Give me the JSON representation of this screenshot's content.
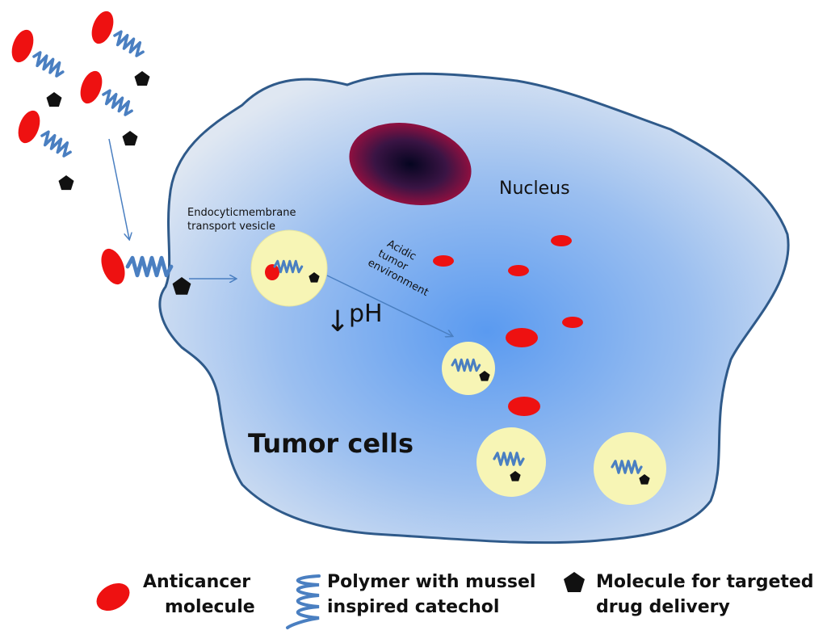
{
  "labels": {
    "nucleus": "Nucleus",
    "vesicle_line1": "Endocyticmembrane",
    "vesicle_line2": "transport vesicle",
    "acidic_line1": "Acidic",
    "acidic_line2": "tumor",
    "acidic_line3": "environment",
    "ph_arrow": "↓",
    "ph": "pH",
    "tumor_cells": "Tumor cells"
  },
  "legend": {
    "anticancer_line1": "Anticancer",
    "anticancer_line2": "molecule",
    "polymer_line1": "Polymer with mussel",
    "polymer_line2": "inspired catechol",
    "molecule_line1": "Molecule for targeted",
    "molecule_line2": "drug delivery"
  },
  "colors": {
    "anticancer": "#ee1111",
    "polymer": "#4a7fc1",
    "targeting_molecule": "#111111",
    "vesicle_fill": "#f7f5b5",
    "cell_center": "#5c9cf0",
    "cell_edge": "#dde6f3",
    "cell_border": "#2f5a8a",
    "nucleus_center": "#0c0c3a",
    "nucleus_edge": "#8a1040"
  },
  "icons": {
    "anticancer": "red-ellipse",
    "polymer": "blue-coil",
    "targeting_molecule": "black-pentagon"
  }
}
